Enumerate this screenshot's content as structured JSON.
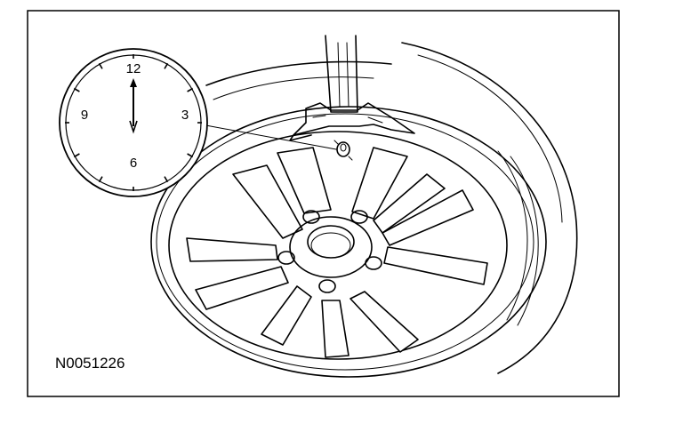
{
  "figure": {
    "reference_code": "N0051226",
    "clock_numbers": [
      "12",
      "3",
      "6",
      "9"
    ],
    "line_color": "#000000",
    "background_color": "#ffffff"
  }
}
